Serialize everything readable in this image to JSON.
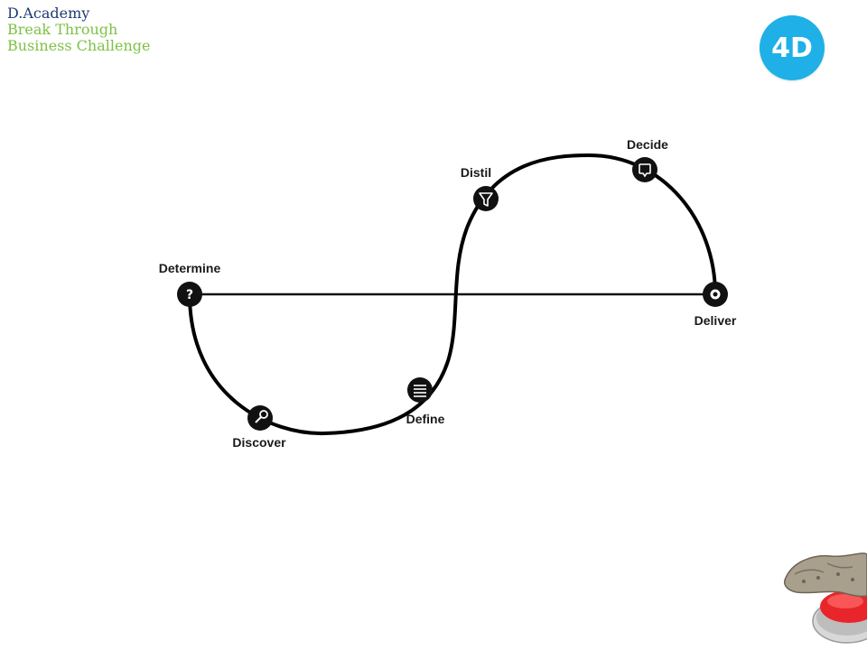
{
  "brand": {
    "line1": "D.Academy",
    "line2": "Break Through",
    "line3": "Business Challenge",
    "line1_color": "#1f3b73",
    "line23_color": "#7cc243"
  },
  "logo": {
    "text": "4D",
    "color": "#1fb0e8"
  },
  "diagram": {
    "stages": [
      {
        "label": "Determine",
        "icon": "question-mark-icon"
      },
      {
        "label": "Discover",
        "icon": "magnifier-icon"
      },
      {
        "label": "Define",
        "icon": "list-icon"
      },
      {
        "label": "Distil",
        "icon": "funnel-icon"
      },
      {
        "label": "Decide",
        "icon": "speech-bubble-icon"
      },
      {
        "label": "Deliver",
        "icon": "ring-icon"
      }
    ],
    "line_color": "#000000"
  },
  "decoration": {
    "icon": "hand-pressing-red-button-icon",
    "button_color": "#e8252a"
  }
}
